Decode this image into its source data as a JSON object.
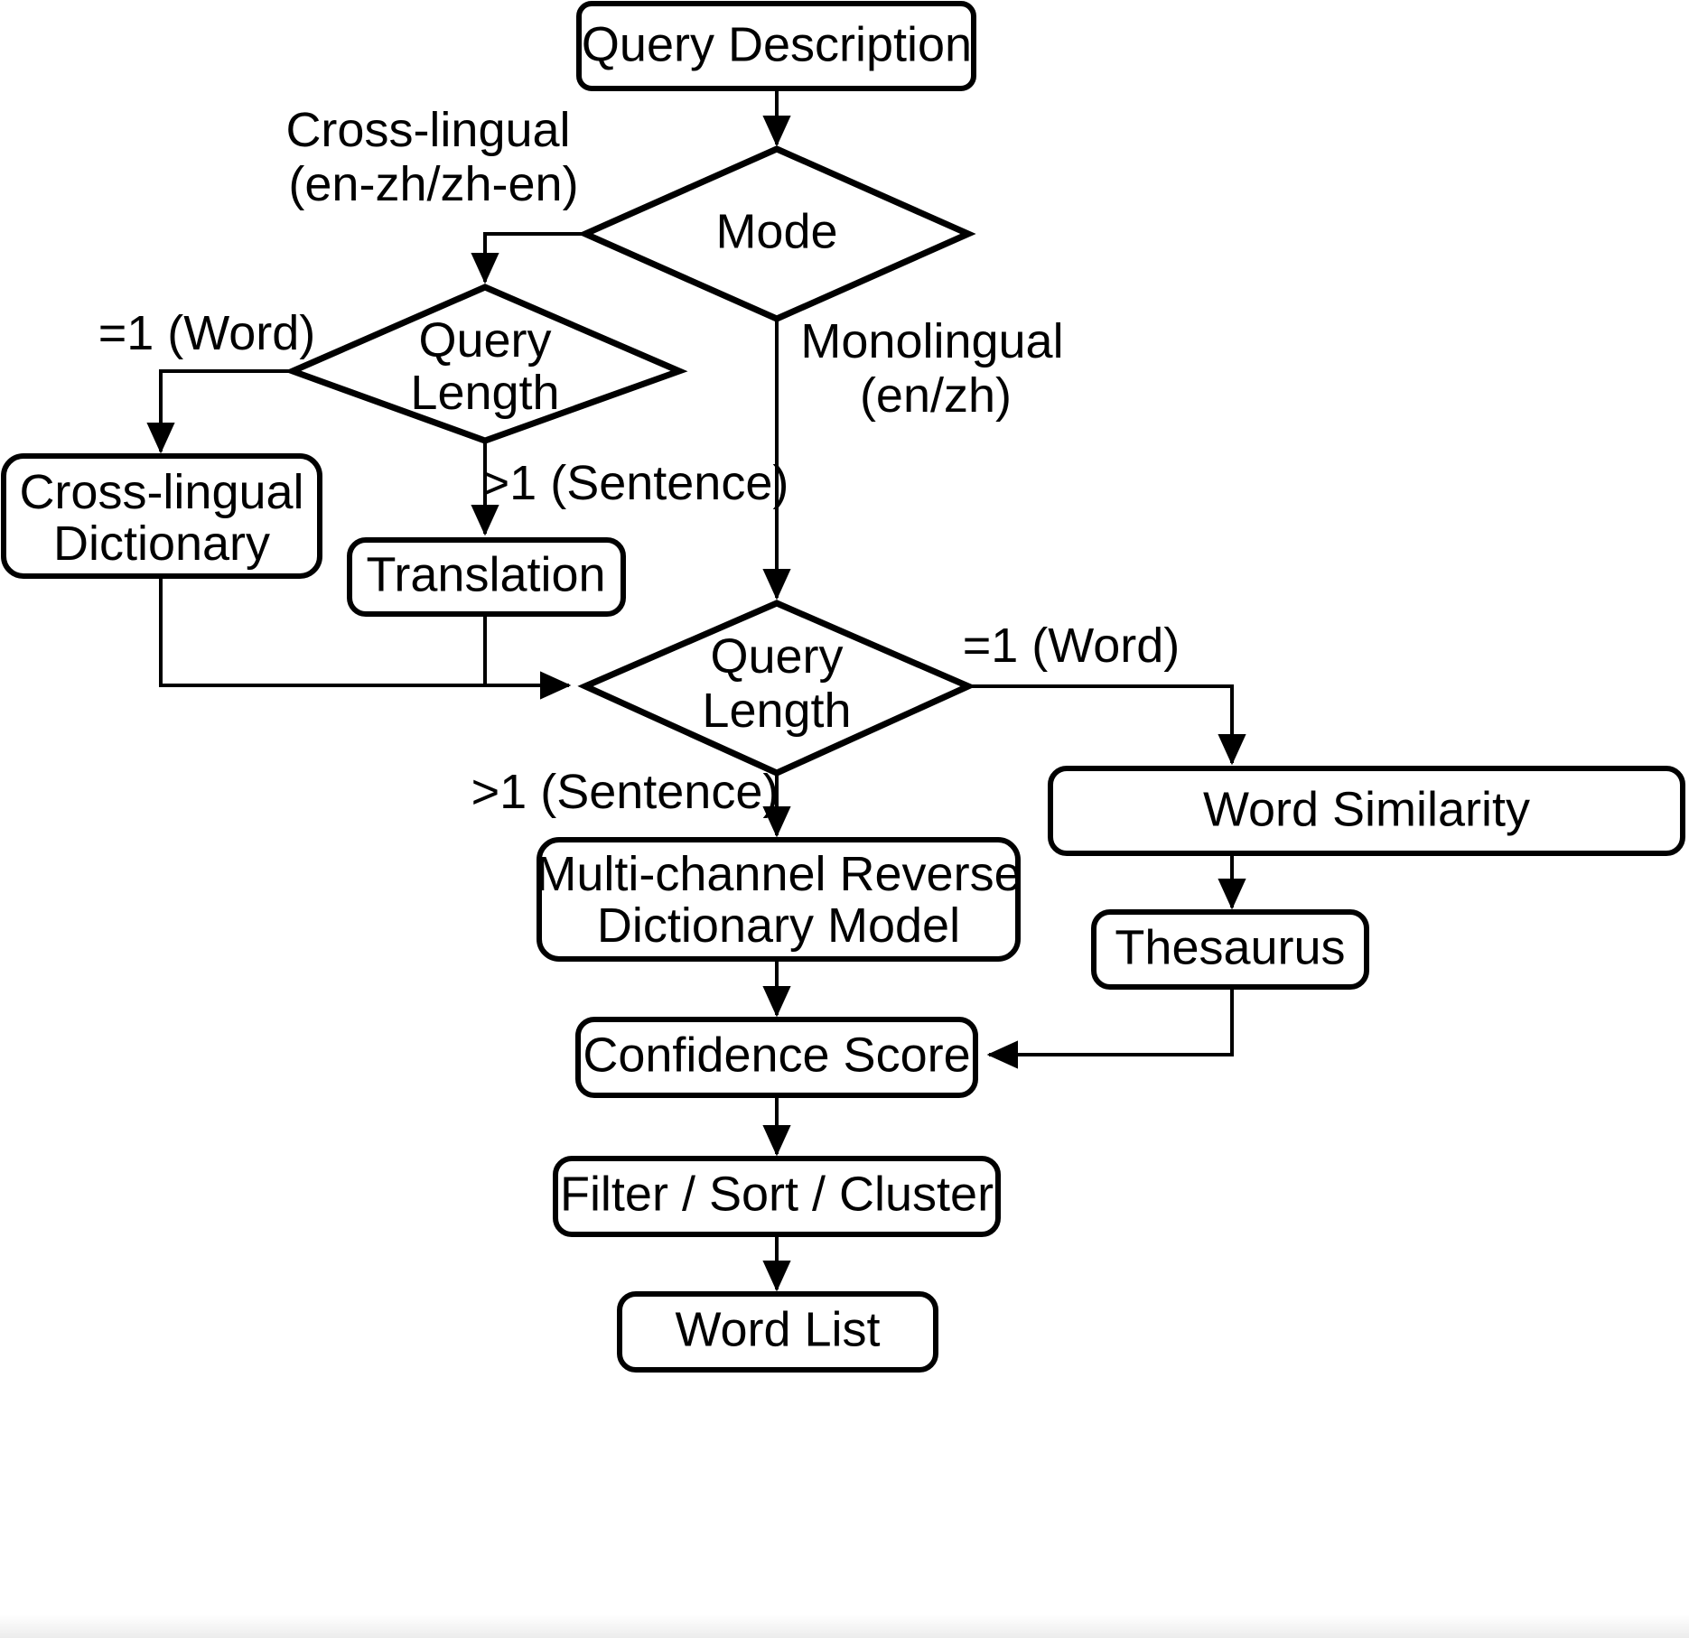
{
  "diagram": {
    "title": "Reverse Dictionary Query Processing Flowchart",
    "colors": {
      "background": "#ffffff",
      "stroke": "#000000",
      "node_fill": "#ffffff",
      "text": "#000000"
    },
    "nodes": {
      "query_description": {
        "label": "Query Description",
        "shape": "rounded-rect"
      },
      "mode": {
        "label": "Mode",
        "shape": "diamond"
      },
      "query_length_left": {
        "label_line1": "Query",
        "label_line2": "Length",
        "shape": "diamond"
      },
      "cross_lingual_dictionary": {
        "label_line1": "Cross-lingual",
        "label_line2": "Dictionary",
        "shape": "rounded-rect"
      },
      "translation": {
        "label": "Translation",
        "shape": "rounded-rect"
      },
      "query_length_main": {
        "label_line1": "Query",
        "label_line2": "Length",
        "shape": "diamond"
      },
      "word_similarity": {
        "label": "Word Similarity",
        "shape": "rounded-rect"
      },
      "thesaurus": {
        "label": "Thesaurus",
        "shape": "rounded-rect"
      },
      "multi_channel_model": {
        "label_line1": "Multi-channel Reverse",
        "label_line2": "Dictionary Model",
        "shape": "rounded-rect"
      },
      "confidence_score": {
        "label": "Confidence Score",
        "shape": "rounded-rect"
      },
      "filter_sort_cluster": {
        "label": "Filter / Sort / Cluster",
        "shape": "rounded-rect"
      },
      "word_list": {
        "label": "Word List",
        "shape": "rounded-rect"
      }
    },
    "edge_labels": {
      "cross_lingual": {
        "line1": "Cross-lingual",
        "line2": "(en-zh/zh-en)"
      },
      "monolingual": {
        "line1": "Monolingual",
        "line2": "(en/zh)"
      },
      "word_left": "=1 (Word)",
      "sentence_left": ">1 (Sentence)",
      "word_right": "=1 (Word)",
      "sentence_main": ">1 (Sentence)"
    }
  }
}
